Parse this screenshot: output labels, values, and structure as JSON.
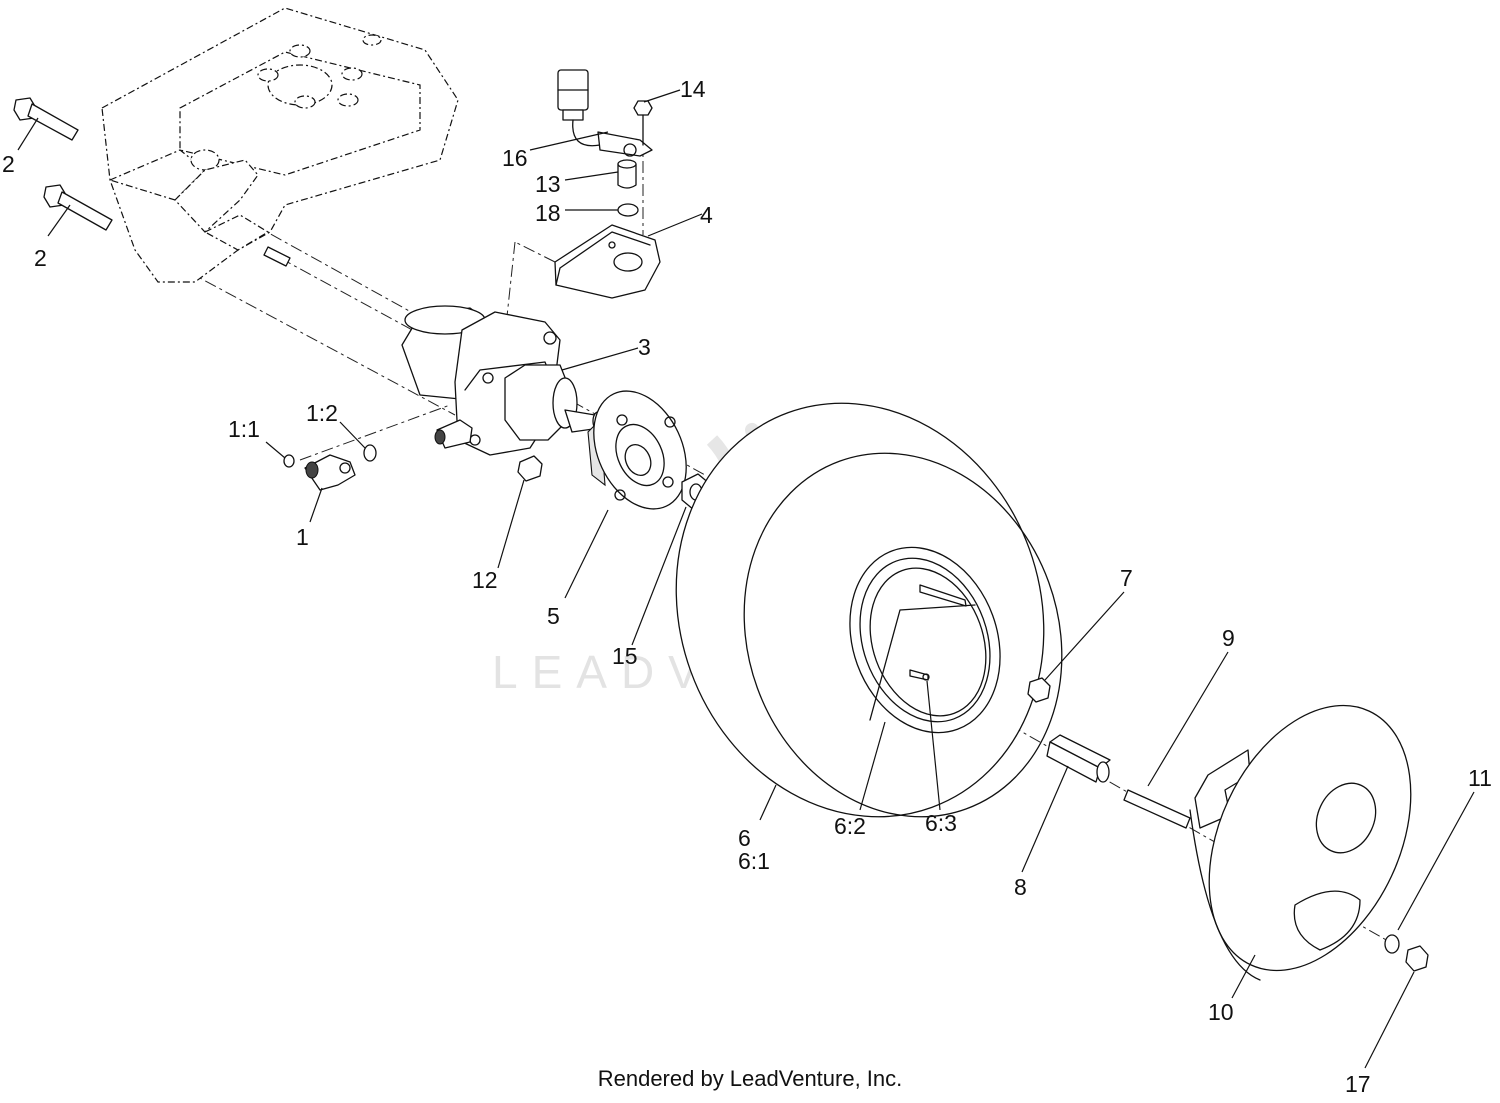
{
  "footer": {
    "rendered_by": "Rendered by LeadVenture, Inc."
  },
  "watermark": {
    "text": "LEADVENTURE"
  },
  "callouts": [
    {
      "id": "c-2a",
      "text": "2"
    },
    {
      "id": "c-2b",
      "text": "2"
    },
    {
      "id": "c-16",
      "text": "16"
    },
    {
      "id": "c-14",
      "text": "14"
    },
    {
      "id": "c-13",
      "text": "13"
    },
    {
      "id": "c-18",
      "text": "18"
    },
    {
      "id": "c-4",
      "text": "4"
    },
    {
      "id": "c-3",
      "text": "3"
    },
    {
      "id": "c-1-1",
      "text": "1:1"
    },
    {
      "id": "c-1-2",
      "text": "1:2"
    },
    {
      "id": "c-1",
      "text": "1"
    },
    {
      "id": "c-12",
      "text": "12"
    },
    {
      "id": "c-5",
      "text": "5"
    },
    {
      "id": "c-15",
      "text": "15"
    },
    {
      "id": "c-7",
      "text": "7"
    },
    {
      "id": "c-9",
      "text": "9"
    },
    {
      "id": "c-6",
      "text": "6"
    },
    {
      "id": "c-6-1",
      "text": "6:1"
    },
    {
      "id": "c-6-2",
      "text": "6:2"
    },
    {
      "id": "c-6-3",
      "text": "6:3"
    },
    {
      "id": "c-8",
      "text": "8"
    },
    {
      "id": "c-11",
      "text": "11"
    },
    {
      "id": "c-10",
      "text": "10"
    },
    {
      "id": "c-17",
      "text": "17"
    }
  ]
}
